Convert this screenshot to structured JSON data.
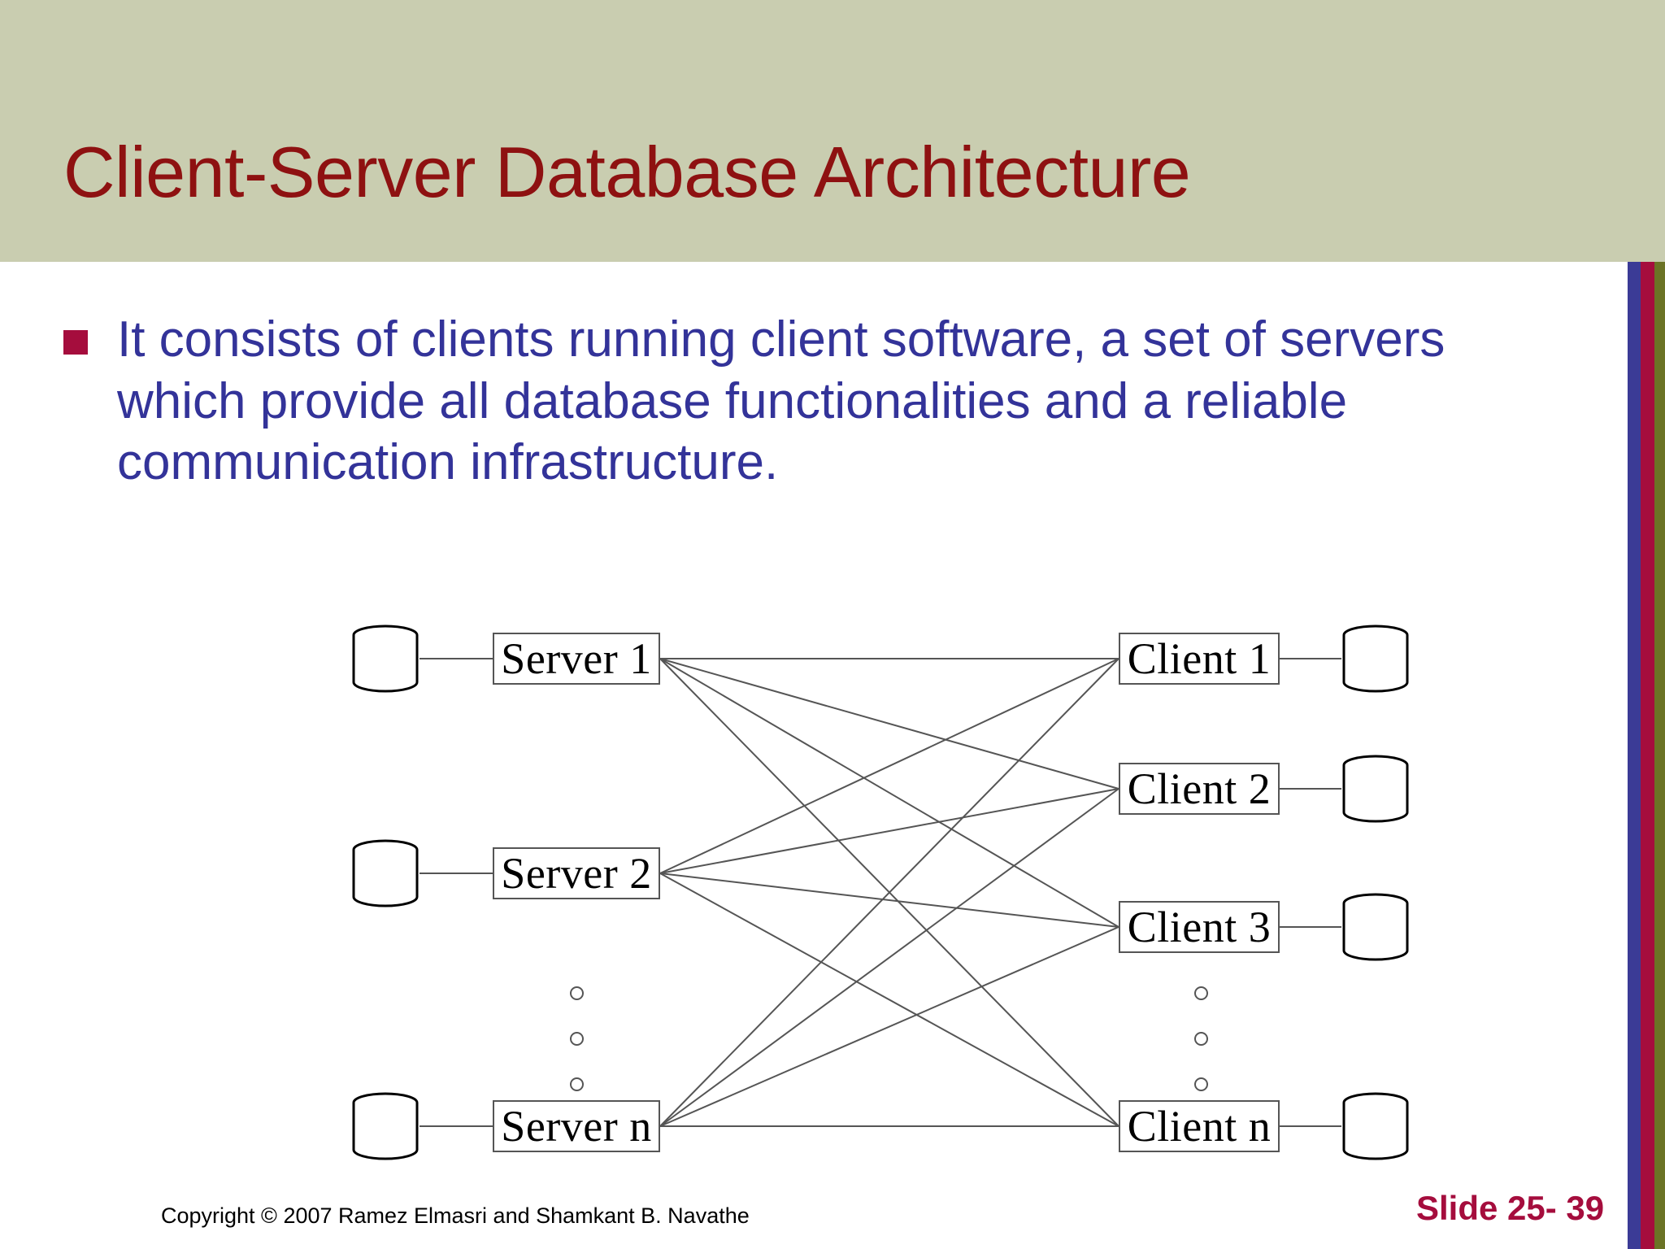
{
  "slide": {
    "title": "Client-Server Database Architecture",
    "title_color": "#8e1111",
    "header_bg": "#c9cdb0",
    "body_text_color": "#333399",
    "accent_color": "#a50d3d"
  },
  "content": {
    "bullet_marker": "square-bullet",
    "bullet_text": "It consists of clients running client software, a set of servers which provide all database functionalities and a reliable communication infrastructure."
  },
  "diagram": {
    "type": "client-server-network",
    "servers": [
      {
        "label": "Server 1"
      },
      {
        "label": "Server 2"
      },
      {
        "label": "Server n"
      }
    ],
    "clients": [
      {
        "label": "Client 1"
      },
      {
        "label": "Client 2"
      },
      {
        "label": "Client 3"
      },
      {
        "label": "Client n"
      }
    ],
    "server_ellipsis_dots": 3,
    "client_ellipsis_dots": 3,
    "database_icon": "cylinder-database-icon",
    "line_color": "#555555"
  },
  "stripes": {
    "blue": "#3b3b96",
    "red": "#a50d3d",
    "olive": "#6b7325"
  },
  "footer": {
    "copyright": "Copyright © 2007 Ramez Elmasri and Shamkant B. Navathe",
    "slide_number": "Slide 25- 39"
  }
}
